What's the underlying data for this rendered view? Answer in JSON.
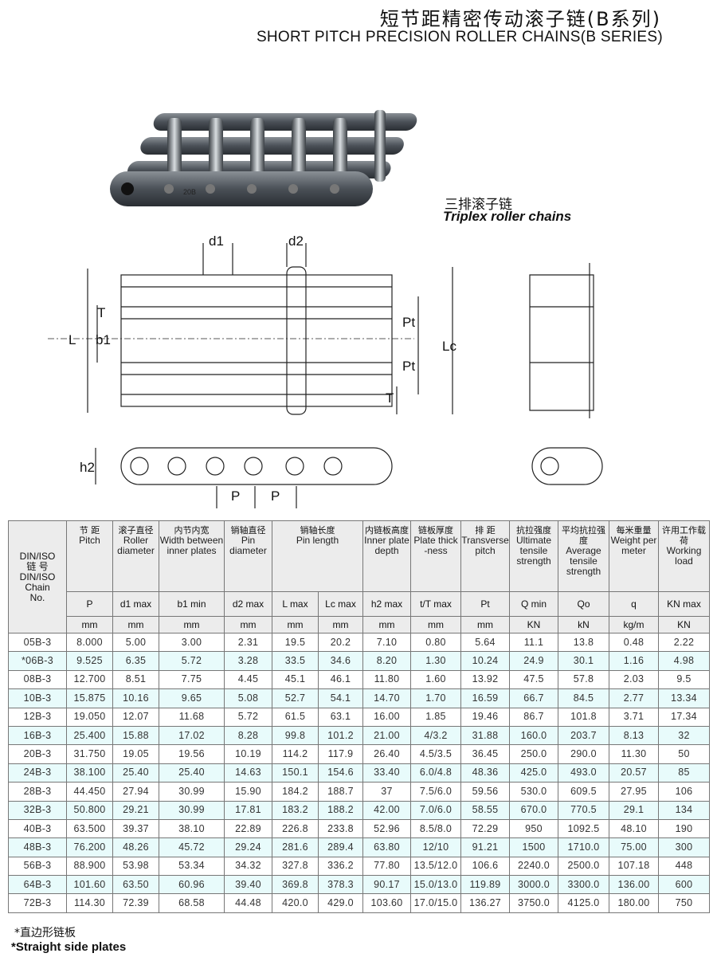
{
  "header": {
    "title_zh": "短节距精密传动滚子链(B系列)",
    "title_en": "SHORT PITCH PRECISION ROLLER CHAINS(B SERIES)"
  },
  "photo": {
    "caption_zh": "三排滚子链",
    "caption_en": "Triplex roller chains",
    "plate_mark": "20B"
  },
  "diagram": {
    "labels": {
      "d1": "d1",
      "d2": "d2",
      "L": "L",
      "T": "T",
      "b1": "b1",
      "Pt1": "Pt",
      "Pt2": "Pt",
      "Lc": "Lc",
      "T2": "T",
      "h2": "h2",
      "P1": "P",
      "P2": "P"
    }
  },
  "table": {
    "chain_header": {
      "l1": "DIN/ISO",
      "l2": "链 号",
      "l3": "DIN/ISO",
      "l4": "Chain",
      "l5": "No."
    },
    "groups": [
      {
        "zh": "节 距",
        "en": "Pitch",
        "span": 1
      },
      {
        "zh": "滚子直径",
        "en": "Roller diameter",
        "span": 1
      },
      {
        "zh": "内节内宽",
        "en": "Width between inner plates",
        "span": 1
      },
      {
        "zh": "销轴直径",
        "en": "Pin diameter",
        "span": 1
      },
      {
        "zh": "销轴长度",
        "en": "Pin length",
        "span": 2
      },
      {
        "zh": "内链板高度",
        "en": "Inner plate depth",
        "span": 1
      },
      {
        "zh": "链板厚度",
        "en": "Plate thick -ness",
        "span": 1
      },
      {
        "zh": "排 距",
        "en": "Transverse pitch",
        "span": 1
      },
      {
        "zh": "抗拉强度",
        "en": "Ultimate tensile strength",
        "span": 1
      },
      {
        "zh": "平均抗拉强度",
        "en": "Average tensile strength",
        "span": 1
      },
      {
        "zh": "每米重量",
        "en": "Weight per meter",
        "span": 1
      },
      {
        "zh": "许用工作载荷",
        "en": "Working load",
        "span": 1
      }
    ],
    "symbols": [
      "P",
      "d1 max",
      "b1 min",
      "d2 max",
      "L max",
      "Lc max",
      "h2 max",
      "t/T max",
      "Pt",
      "Q min",
      "Qo",
      "q",
      "KN max"
    ],
    "units": [
      "mm",
      "mm",
      "mm",
      "mm",
      "mm",
      "mm",
      "mm",
      "mm",
      "mm",
      "KN",
      "kN",
      "kg/m",
      "KN"
    ],
    "rows": [
      [
        "05B-3",
        "8.000",
        "5.00",
        "3.00",
        "2.31",
        "19.5",
        "20.2",
        "7.10",
        "0.80",
        "5.64",
        "11.1",
        "13.8",
        "0.48",
        "2.22"
      ],
      [
        "*06B-3",
        "9.525",
        "6.35",
        "5.72",
        "3.28",
        "33.5",
        "34.6",
        "8.20",
        "1.30",
        "10.24",
        "24.9",
        "30.1",
        "1.16",
        "4.98"
      ],
      [
        "08B-3",
        "12.700",
        "8.51",
        "7.75",
        "4.45",
        "45.1",
        "46.1",
        "11.80",
        "1.60",
        "13.92",
        "47.5",
        "57.8",
        "2.03",
        "9.5"
      ],
      [
        "10B-3",
        "15.875",
        "10.16",
        "9.65",
        "5.08",
        "52.7",
        "54.1",
        "14.70",
        "1.70",
        "16.59",
        "66.7",
        "84.5",
        "2.77",
        "13.34"
      ],
      [
        "12B-3",
        "19.050",
        "12.07",
        "11.68",
        "5.72",
        "61.5",
        "63.1",
        "16.00",
        "1.85",
        "19.46",
        "86.7",
        "101.8",
        "3.71",
        "17.34"
      ],
      [
        "16B-3",
        "25.400",
        "15.88",
        "17.02",
        "8.28",
        "99.8",
        "101.2",
        "21.00",
        "4/3.2",
        "31.88",
        "160.0",
        "203.7",
        "8.13",
        "32"
      ],
      [
        "20B-3",
        "31.750",
        "19.05",
        "19.56",
        "10.19",
        "114.2",
        "117.9",
        "26.40",
        "4.5/3.5",
        "36.45",
        "250.0",
        "290.0",
        "11.30",
        "50"
      ],
      [
        "24B-3",
        "38.100",
        "25.40",
        "25.40",
        "14.63",
        "150.1",
        "154.6",
        "33.40",
        "6.0/4.8",
        "48.36",
        "425.0",
        "493.0",
        "20.57",
        "85"
      ],
      [
        "28B-3",
        "44.450",
        "27.94",
        "30.99",
        "15.90",
        "184.2",
        "188.7",
        "37",
        "7.5/6.0",
        "59.56",
        "530.0",
        "609.5",
        "27.95",
        "106"
      ],
      [
        "32B-3",
        "50.800",
        "29.21",
        "30.99",
        "17.81",
        "183.2",
        "188.2",
        "42.00",
        "7.0/6.0",
        "58.55",
        "670.0",
        "770.5",
        "29.1",
        "134"
      ],
      [
        "40B-3",
        "63.500",
        "39.37",
        "38.10",
        "22.89",
        "226.8",
        "233.8",
        "52.96",
        "8.5/8.0",
        "72.29",
        "950",
        "1092.5",
        "48.10",
        "190"
      ],
      [
        "48B-3",
        "76.200",
        "48.26",
        "45.72",
        "29.24",
        "281.6",
        "289.4",
        "63.80",
        "12/10",
        "91.21",
        "1500",
        "1710.0",
        "75.00",
        "300"
      ],
      [
        "56B-3",
        "88.900",
        "53.98",
        "53.34",
        "34.32",
        "327.8",
        "336.2",
        "77.80",
        "13.5/12.0",
        "106.6",
        "2240.0",
        "2500.0",
        "107.18",
        "448"
      ],
      [
        "64B-3",
        "101.60",
        "63.50",
        "60.96",
        "39.40",
        "369.8",
        "378.3",
        "90.17",
        "15.0/13.0",
        "119.89",
        "3000.0",
        "3300.0",
        "136.00",
        "600"
      ],
      [
        "72B-3",
        "114.30",
        "72.39",
        "68.58",
        "44.48",
        "420.0",
        "429.0",
        "103.60",
        "17.0/15.0",
        "136.27",
        "3750.0",
        "4125.0",
        "180.00",
        "750"
      ]
    ]
  },
  "notes": {
    "zh": "*直边形链板",
    "en": "*Straight side plates"
  }
}
